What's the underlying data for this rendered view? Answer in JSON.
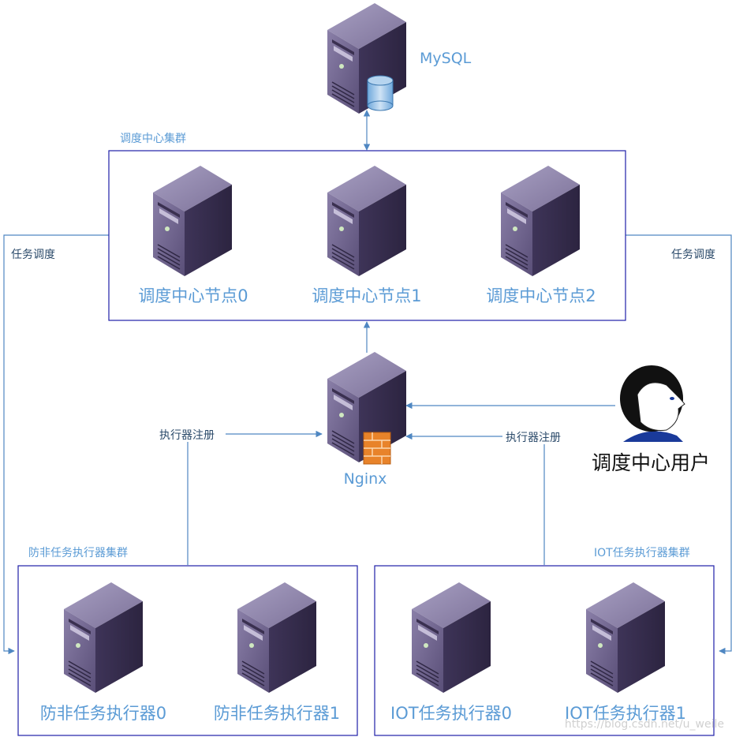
{
  "database": {
    "label": "MySQL"
  },
  "scheduler_cluster": {
    "title": "调度中心集群",
    "nodes": [
      {
        "label": "调度中心节点0"
      },
      {
        "label": "调度中心节点1"
      },
      {
        "label": "调度中心节点2"
      }
    ]
  },
  "gateway": {
    "label": "Nginx"
  },
  "user": {
    "label": "调度中心用户"
  },
  "edges": {
    "dispatch_left": "任务调度",
    "dispatch_right": "任务调度",
    "register_left": "执行器注册",
    "register_right": "执行器注册"
  },
  "executor_cluster_left": {
    "title": "防非任务执行器集群",
    "nodes": [
      {
        "label": "防非任务执行器0"
      },
      {
        "label": "防非任务执行器1"
      }
    ]
  },
  "executor_cluster_right": {
    "title": "IOT任务执行器集群",
    "nodes": [
      {
        "label": "IOT任务执行器0"
      },
      {
        "label": "IOT任务执行器1"
      }
    ]
  },
  "watermark": "https://blog.csdn.net/u_weile",
  "colors": {
    "line": "#4f87c2",
    "box_border": "#1f1fa8",
    "label_blue": "#5b9bd5",
    "server_body": "#5f5478"
  }
}
